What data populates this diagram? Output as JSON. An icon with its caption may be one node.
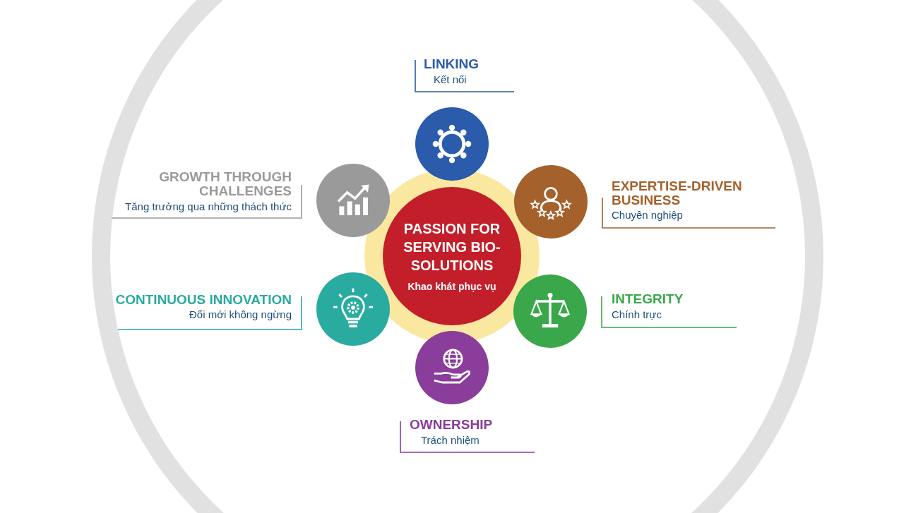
{
  "diagram": {
    "nodes": [
      {
        "text": [
          "LINKING",
          "Kết nối"
        ]
      },
      {
        "text": [
          "GROWTH THROUGH CHALLENGES",
          "Tăng trưởng qua những thách thức"
        ]
      },
      {
        "text": [
          "EXPERTISE-DRIVEN BUSINESS",
          "Chuyên nghiệp"
        ]
      },
      {
        "text": [
          "PASSION FOR SERVING BIO-SOLUTIONS",
          "Khao khát phục vụ"
        ]
      },
      {
        "text": [
          "CONTINUOUS INNOVATION",
          "Đổi mới không ngừng"
        ]
      },
      {
        "text": [
          "INTEGRITY",
          "Chính trực"
        ]
      },
      {
        "text": [
          "OWNERSHIP",
          "Trách nhiệm"
        ]
      }
    ]
  }
}
